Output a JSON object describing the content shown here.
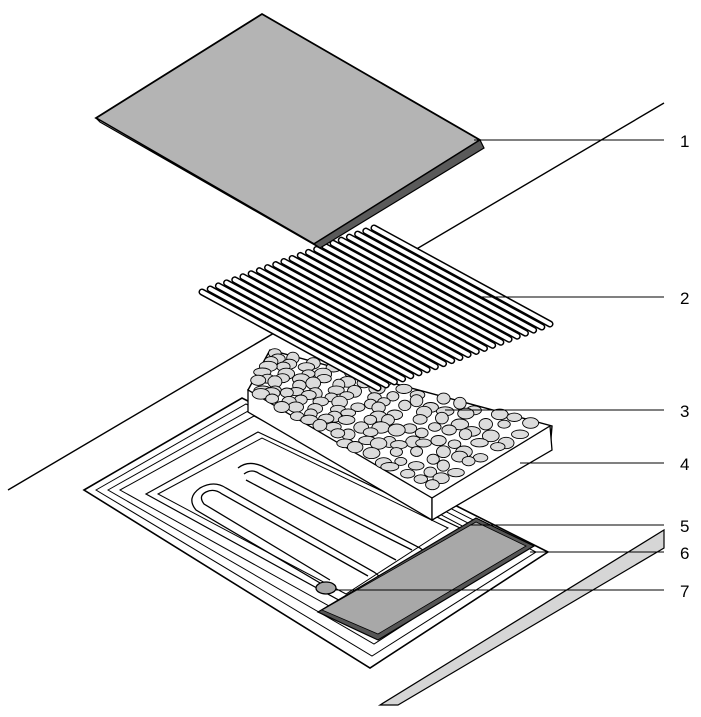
{
  "diagram": {
    "callouts": [
      {
        "id": 1,
        "label": "1"
      },
      {
        "id": 2,
        "label": "2"
      },
      {
        "id": 3,
        "label": "3"
      },
      {
        "id": 4,
        "label": "4"
      },
      {
        "id": 5,
        "label": "5"
      },
      {
        "id": 6,
        "label": "6"
      },
      {
        "id": 7,
        "label": "7"
      }
    ],
    "colors": {
      "outline": "#000000",
      "lid_fill": "#b4b4b4",
      "lid_edge": "#5a5a5a",
      "panel_fill": "#a8a8a8",
      "strip_fill": "#d6d6d6",
      "stone_fill": "#dcdcdc",
      "grate_fill": "#ffffff"
    }
  }
}
